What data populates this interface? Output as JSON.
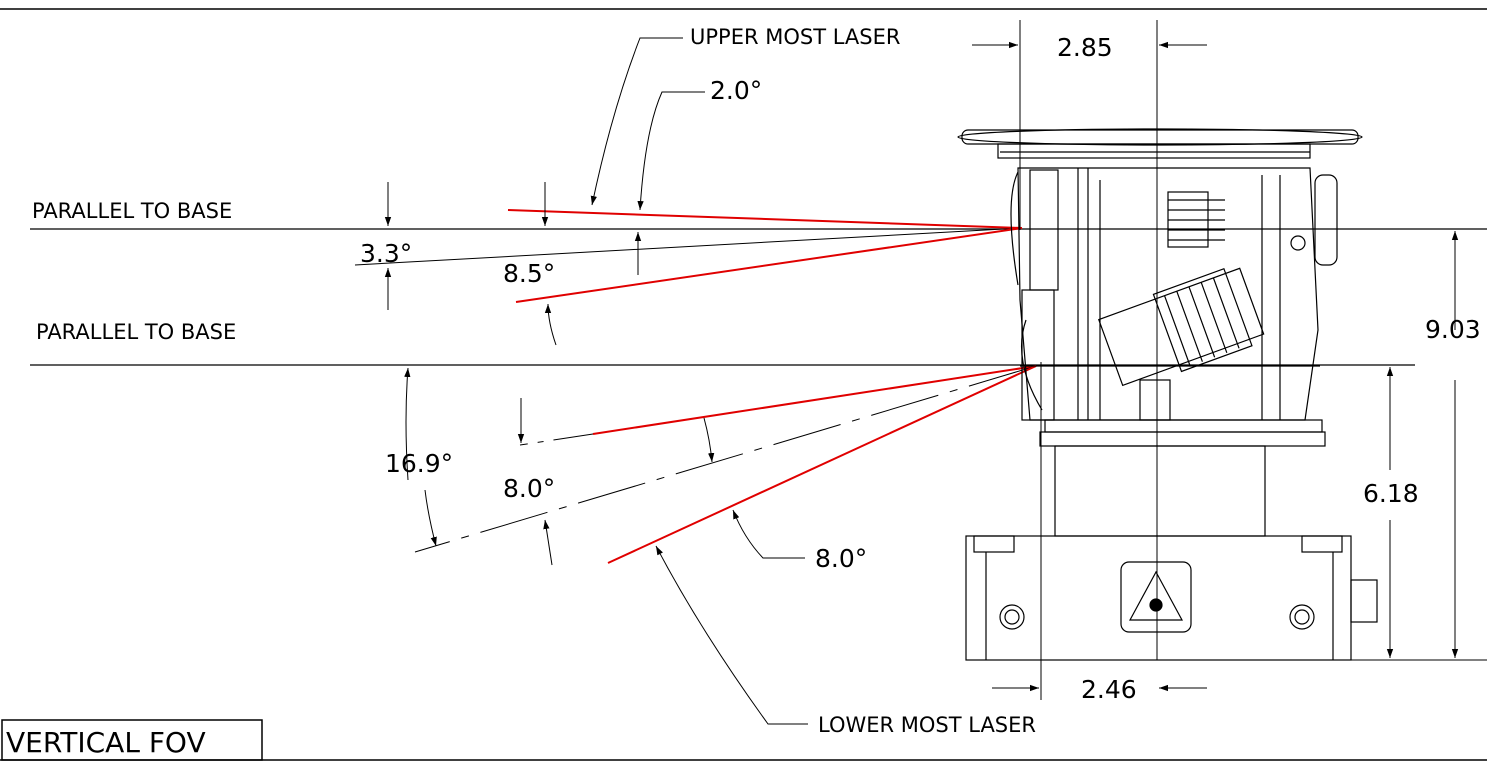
{
  "title": "VERTICAL FOV",
  "labels": {
    "upper_most_laser": "UPPER MOST LASER",
    "lower_most_laser": "LOWER MOST LASER",
    "parallel_to_base_upper": "PARALLEL TO BASE",
    "parallel_to_base_lower": "PARALLEL TO BASE"
  },
  "angles": {
    "upper_2_0": "2.0°",
    "upper_3_3": "3.3°",
    "upper_8_5": "8.5°",
    "lower_16_9": "16.9°",
    "lower_8_0_inner": "8.0°",
    "lower_8_0_outer": "8.0°"
  },
  "dimensions": {
    "top_width": "2.85",
    "bottom_width": "2.46",
    "total_height": "9.03",
    "lower_height": "6.18"
  },
  "colors": {
    "laser": "#e00000",
    "lines": "#000000"
  }
}
